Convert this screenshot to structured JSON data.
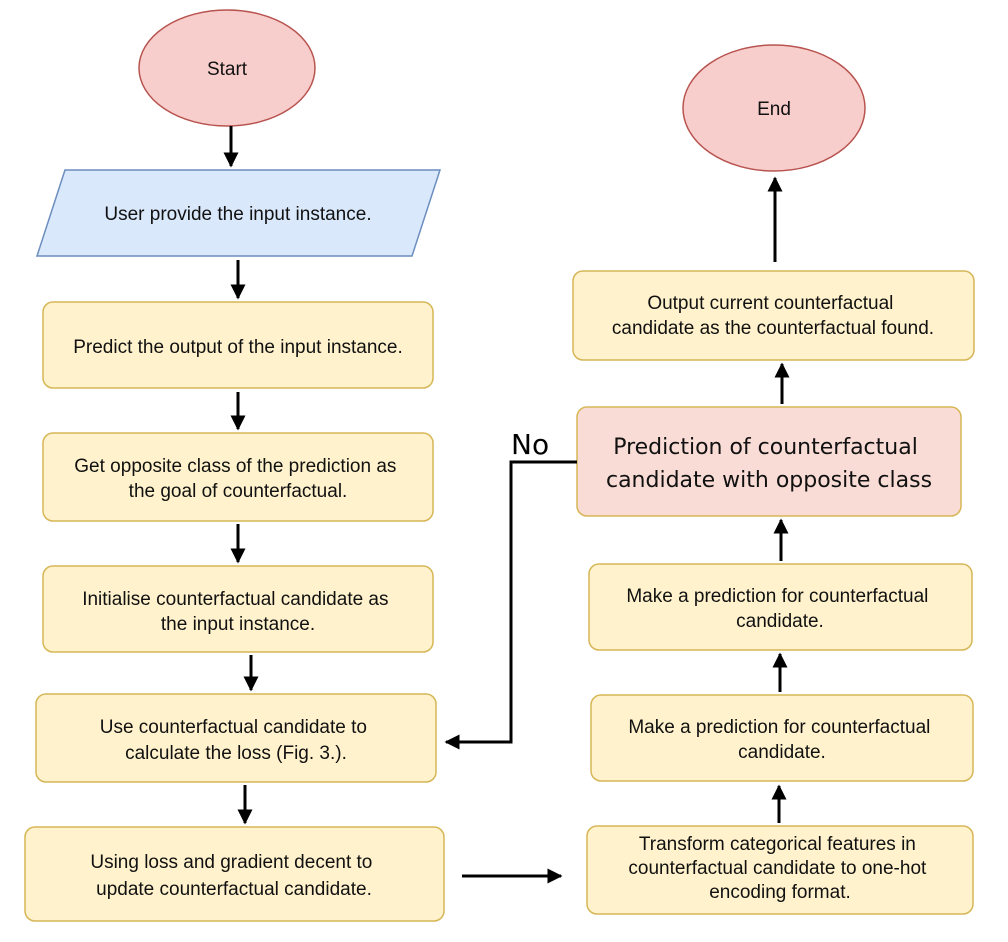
{
  "nodes": {
    "start": {
      "lines": [
        "Start"
      ]
    },
    "user_input": {
      "lines": [
        "User provide the input instance."
      ]
    },
    "predict": {
      "lines": [
        "Predict the output of the input instance."
      ]
    },
    "opposite": {
      "lines": [
        "Get opposite class of the prediction as",
        "the goal of counterfactual."
      ]
    },
    "init": {
      "lines": [
        "Initialise counterfactual candidate as",
        "the input instance."
      ]
    },
    "loss": {
      "lines": [
        "Use counterfactual candidate to",
        "calculate the loss (Fig. 3.)."
      ]
    },
    "update": {
      "lines": [
        "Using loss and gradient decent to",
        "update counterfactual candidate."
      ]
    },
    "transform": {
      "lines": [
        "Transform categorical features in",
        "counterfactual candidate to one-hot",
        "encoding format."
      ]
    },
    "predict2": {
      "lines": [
        "Make a prediction for counterfactual",
        "candidate."
      ]
    },
    "predict3": {
      "lines": [
        "Make a prediction for counterfactual",
        "candidate."
      ]
    },
    "decision": {
      "lines": [
        "Prediction of counterfactual",
        "candidate with opposite class"
      ]
    },
    "output": {
      "lines": [
        "Output current counterfactual",
        "candidate as the counterfactual found."
      ]
    },
    "end": {
      "lines": [
        "End"
      ]
    }
  },
  "edge_labels": {
    "no": "No"
  },
  "colors": {
    "terminal_fill": "#f8cecc",
    "terminal_stroke": "#b85450",
    "input_fill": "#dae8fc",
    "input_stroke": "#6c8ebf",
    "process_fill": "#fff2cc",
    "process_stroke": "#d6b656",
    "decision_fill": "#f9dcd5",
    "decision_stroke": "#d6b656"
  }
}
